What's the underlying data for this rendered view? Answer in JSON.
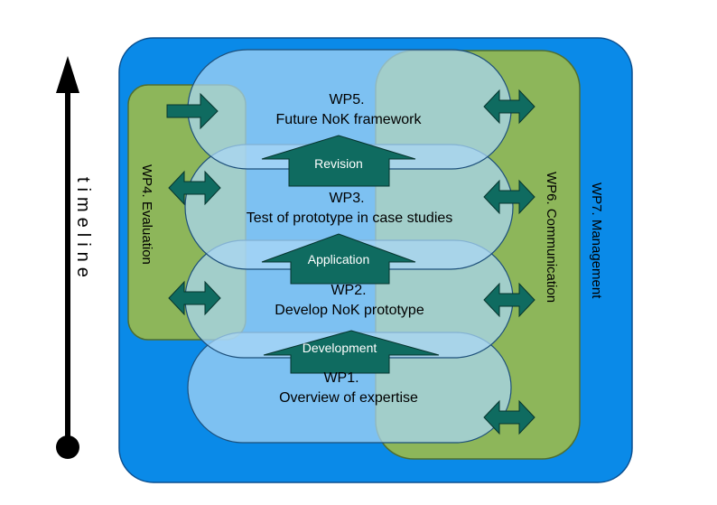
{
  "timeline": {
    "label": "timeline"
  },
  "packages": {
    "wp1": {
      "code": "WP1.",
      "title": "Overview of expertise"
    },
    "wp2": {
      "code": "WP2.",
      "title": "Develop NoK prototype"
    },
    "wp3": {
      "code": "WP3.",
      "title": "Test of prototype in case studies"
    },
    "wp4": {
      "label": "WP4. Evaluation"
    },
    "wp5": {
      "code": "WP5.",
      "title": "Future NoK framework"
    },
    "wp6": {
      "label": "WP6. Communication"
    },
    "wp7": {
      "label": "WP7. Management"
    }
  },
  "transitions": {
    "development": "Development",
    "application": "Application",
    "revision": "Revision"
  },
  "colors": {
    "management_blue": "#0a8ae8",
    "communication_green": "#8db65a",
    "evaluation_green": "#8db65a",
    "wp_bubble": "rgba(170,215,245,0.72)",
    "arrow_teal": "#0f6b60"
  }
}
